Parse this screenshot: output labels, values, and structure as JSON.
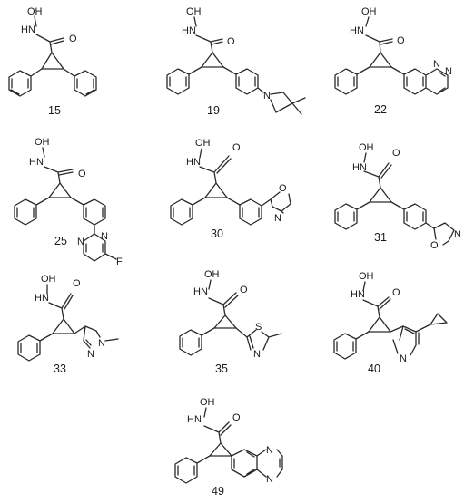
{
  "compounds": [
    {
      "id": "15",
      "hydroxamic_label": "OH",
      "amide_label": "HN",
      "carbonyl_label": "O",
      "substituent_labels": []
    },
    {
      "id": "19",
      "hydroxamic_label": "OH",
      "amide_label": "HN",
      "carbonyl_label": "O",
      "substituent_labels": [
        "N"
      ]
    },
    {
      "id": "22",
      "hydroxamic_label": "OH",
      "amide_label": "HN",
      "carbonyl_label": "O",
      "substituent_labels": [
        "N",
        "N"
      ]
    },
    {
      "id": "25",
      "hydroxamic_label": "OH",
      "amide_label": "HN",
      "carbonyl_label": "O",
      "substituent_labels": [
        "N",
        "N",
        "F"
      ]
    },
    {
      "id": "30",
      "hydroxamic_label": "OH",
      "amide_label": "HN",
      "carbonyl_label": "O",
      "substituent_labels": [
        "O",
        "N"
      ]
    },
    {
      "id": "31",
      "hydroxamic_label": "OH",
      "amide_label": "HN",
      "carbonyl_label": "O",
      "substituent_labels": [
        "O",
        "N"
      ]
    },
    {
      "id": "33",
      "hydroxamic_label": "OH",
      "amide_label": "HN",
      "carbonyl_label": "O",
      "substituent_labels": [
        "N",
        "N"
      ]
    },
    {
      "id": "35",
      "hydroxamic_label": "OH",
      "amide_label": "HN",
      "carbonyl_label": "O",
      "substituent_labels": [
        "S",
        "N"
      ]
    },
    {
      "id": "40",
      "hydroxamic_label": "OH",
      "amide_label": "HN",
      "carbonyl_label": "O",
      "substituent_labels": [
        "N"
      ]
    },
    {
      "id": "49",
      "hydroxamic_label": "OH",
      "amide_label": "HN",
      "carbonyl_label": "O",
      "substituent_labels": [
        "N",
        "N"
      ]
    }
  ]
}
